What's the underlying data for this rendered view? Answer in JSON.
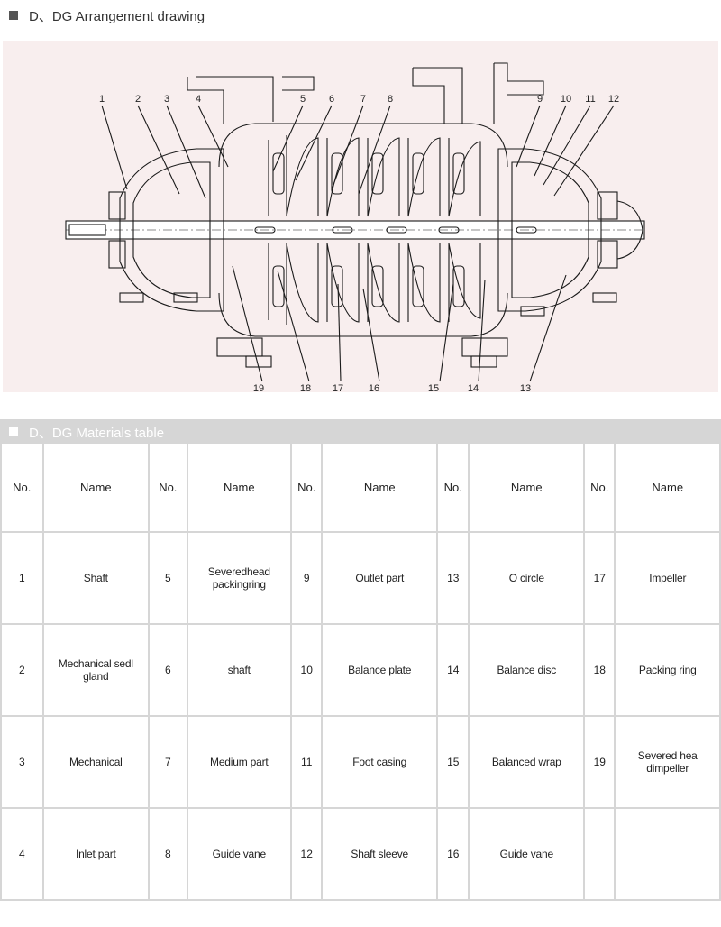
{
  "section1": {
    "title": "D、DG  Arrangement drawing"
  },
  "drawing": {
    "callouts_top": [
      "1",
      "2",
      "3",
      "4",
      "5",
      "6",
      "7",
      "8",
      "9",
      "10",
      "11",
      "12"
    ],
    "callouts_bottom": [
      "19",
      "18",
      "17",
      "16",
      "15",
      "14",
      "13"
    ]
  },
  "section2": {
    "title": "D、DG  Materials table"
  },
  "table": {
    "headers": [
      "No.",
      "Name",
      "No.",
      "Name",
      "No.",
      "Name",
      "No.",
      "Name",
      "No.",
      "Name"
    ],
    "rows": [
      [
        "1",
        "Shaft",
        "5",
        "Severedhead packingring",
        "9",
        "Outlet part",
        "13",
        "O circle",
        "17",
        "Impeller"
      ],
      [
        "2",
        "Mechanical sedl gland",
        "6",
        "shaft",
        "10",
        "Balance plate",
        "14",
        "Balance disc",
        "18",
        "Packing ring"
      ],
      [
        "3",
        "Mechanical",
        "7",
        "Medium part",
        "11",
        "Foot casing",
        "15",
        "Balanced wrap",
        "19",
        "Severed hea dimpeller"
      ],
      [
        "4",
        "Inlet part",
        "8",
        "Guide vane",
        "12",
        "Shaft sleeve",
        "16",
        "Guide vane",
        "",
        ""
      ]
    ]
  }
}
